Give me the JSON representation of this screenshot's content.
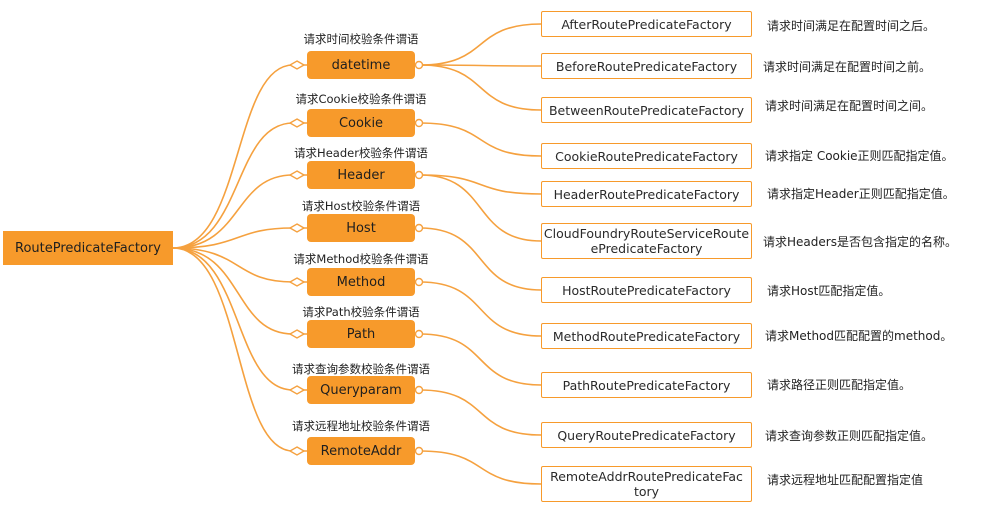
{
  "root": {
    "label": "RoutePredicateFactory"
  },
  "categories": [
    {
      "label": "datetime",
      "caption": "请求时间校验条件谓语"
    },
    {
      "label": "Cookie",
      "caption": "请求Cookie校验条件谓语"
    },
    {
      "label": "Header",
      "caption": "请求Header校验条件谓语"
    },
    {
      "label": "Host",
      "caption": "请求Host校验条件谓语"
    },
    {
      "label": "Method",
      "caption": "请求Method校验条件谓语"
    },
    {
      "label": "Path",
      "caption": "请求Path校验条件谓语"
    },
    {
      "label": "Queryparam",
      "caption": "请求查询参数校验条件谓语"
    },
    {
      "label": "RemoteAddr",
      "caption": "请求远程地址校验条件谓语"
    }
  ],
  "factories": [
    {
      "line1": "AfterRoutePredicateFactory",
      "line2": "",
      "note": "请求时间满足在配置时间之后。"
    },
    {
      "line1": "BeforeRoutePredicateFactory",
      "line2": "",
      "note": "请求时间满足在配置时间之前。"
    },
    {
      "line1": "BetweenRoutePredicateFactory",
      "line2": "",
      "note": "请求时间满足在配置时间之间。"
    },
    {
      "line1": "CookieRoutePredicateFactory",
      "line2": "",
      "note": "请求指定 Cookie正则匹配指定值。"
    },
    {
      "line1": "HeaderRoutePredicateFactory",
      "line2": "",
      "note": "请求指定Header正则匹配指定值。"
    },
    {
      "line1": "CloudFoundryRouteServiceRoute",
      "line2": "ePredicateFactory",
      "note": "请求Headers是否包含指定的名称。"
    },
    {
      "line1": "HostRoutePredicateFactory",
      "line2": "",
      "note": "请求Host匹配指定值。"
    },
    {
      "line1": "MethodRoutePredicateFactory",
      "line2": "",
      "note": "请求Method匹配配置的method。"
    },
    {
      "line1": "PathRoutePredicateFactory",
      "line2": "",
      "note": "请求路径正则匹配指定值。"
    },
    {
      "line1": "QueryRoutePredicateFactory",
      "line2": "",
      "note": "请求查询参数正则匹配指定值。"
    },
    {
      "line1": "RemoteAddrRoutePredicateFac",
      "line2": "tory",
      "note": "请求远程地址匹配配置指定值"
    }
  ],
  "colors": {
    "accent": "#f79a2b",
    "line": "#f5a13f"
  }
}
